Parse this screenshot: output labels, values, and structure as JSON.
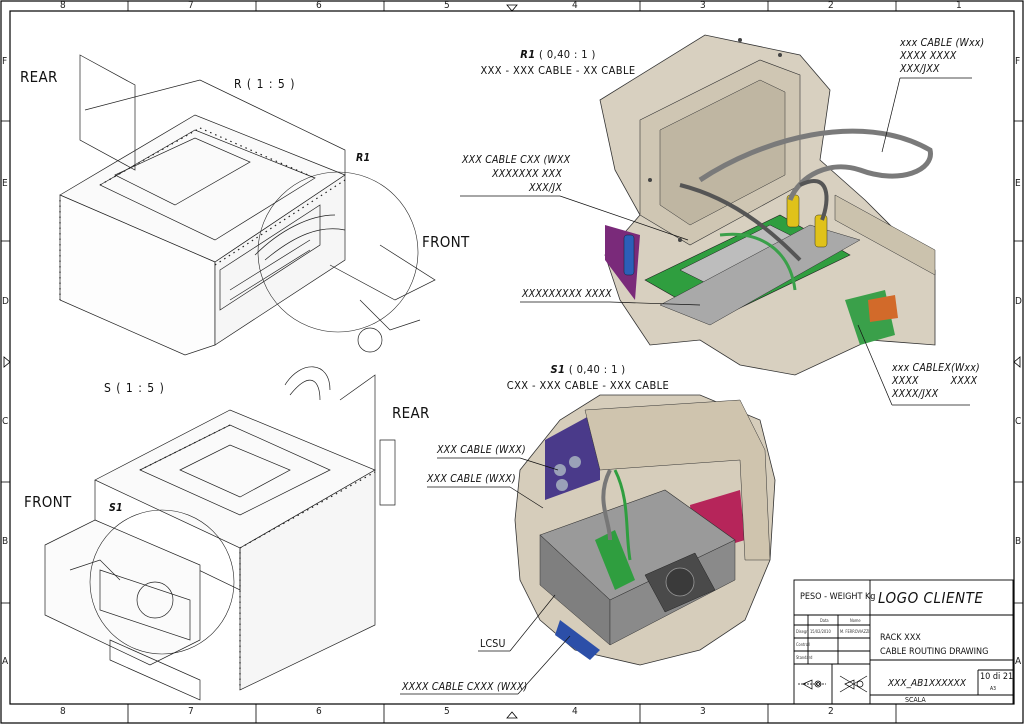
{
  "drawing": {
    "columns": [
      "8",
      "7",
      "6",
      "5",
      "4",
      "3",
      "2",
      "1"
    ],
    "rows": [
      "F",
      "E",
      "D",
      "C",
      "B",
      "A"
    ]
  },
  "views": {
    "r": {
      "label": "R ( 1 : 5 )",
      "rear": "REAR",
      "front": "FRONT",
      "detail_mark": "R1"
    },
    "s": {
      "label": "S ( 1 : 5 )",
      "rear": "REAR",
      "front": "FRONT",
      "detail_mark": "S1"
    }
  },
  "details": {
    "r1": {
      "title_ref": "R1",
      "title_scale": "( 0,40 : 1 )",
      "title_line2": "XXX - XXX CABLE - XX CABLE",
      "callouts": [
        {
          "lines": [
            "xxx CABLE (Wxx)",
            "XXXX XXXX",
            "XXX/JXX"
          ]
        },
        {
          "lines": [
            "XXX CABLE CXX (WXX",
            "XXXXXXX XXX",
            "XXX/JX"
          ]
        },
        {
          "lines": [
            "XXXXXXXXX XXXX"
          ]
        },
        {
          "lines": [
            "xxx  CABLEX(Wxx)",
            "XXXX          XXXX",
            "XXXX/JXX"
          ]
        }
      ]
    },
    "s1": {
      "title_ref": "S1",
      "title_scale": "( 0,40 : 1 )",
      "title_line2": "CXX - XXX CABLE - XXX CABLE",
      "callouts": [
        {
          "lines": [
            "XXX CABLE (WXX)"
          ]
        },
        {
          "lines": [
            "XXX CABLE (WXX)"
          ]
        },
        {
          "lines": [
            "LCSU"
          ]
        },
        {
          "lines": [
            "XXXX CABLE CXXX (WXX)"
          ]
        }
      ]
    }
  },
  "title_block": {
    "weight_label": "PESO - WEIGHT Kg",
    "logo": "LOGO CLIENTE",
    "desc_line1": "RACK XXX",
    "desc_line2": "CABLE ROUTING DRAWING",
    "drawing_number": "XXX_AB1XXXXXX",
    "sheet": "10 di 21",
    "size": "A3",
    "scale": "SCALA",
    "table_headers": [
      "Data",
      "Nome"
    ],
    "table_rows": [
      {
        "role": "Disegn",
        "date": "15/02/2010",
        "name": "M. FERROVIAZZI"
      },
      {
        "role": "Controll",
        "date": "",
        "name": ""
      },
      {
        "role": "Standard",
        "date": "",
        "name": ""
      }
    ]
  }
}
